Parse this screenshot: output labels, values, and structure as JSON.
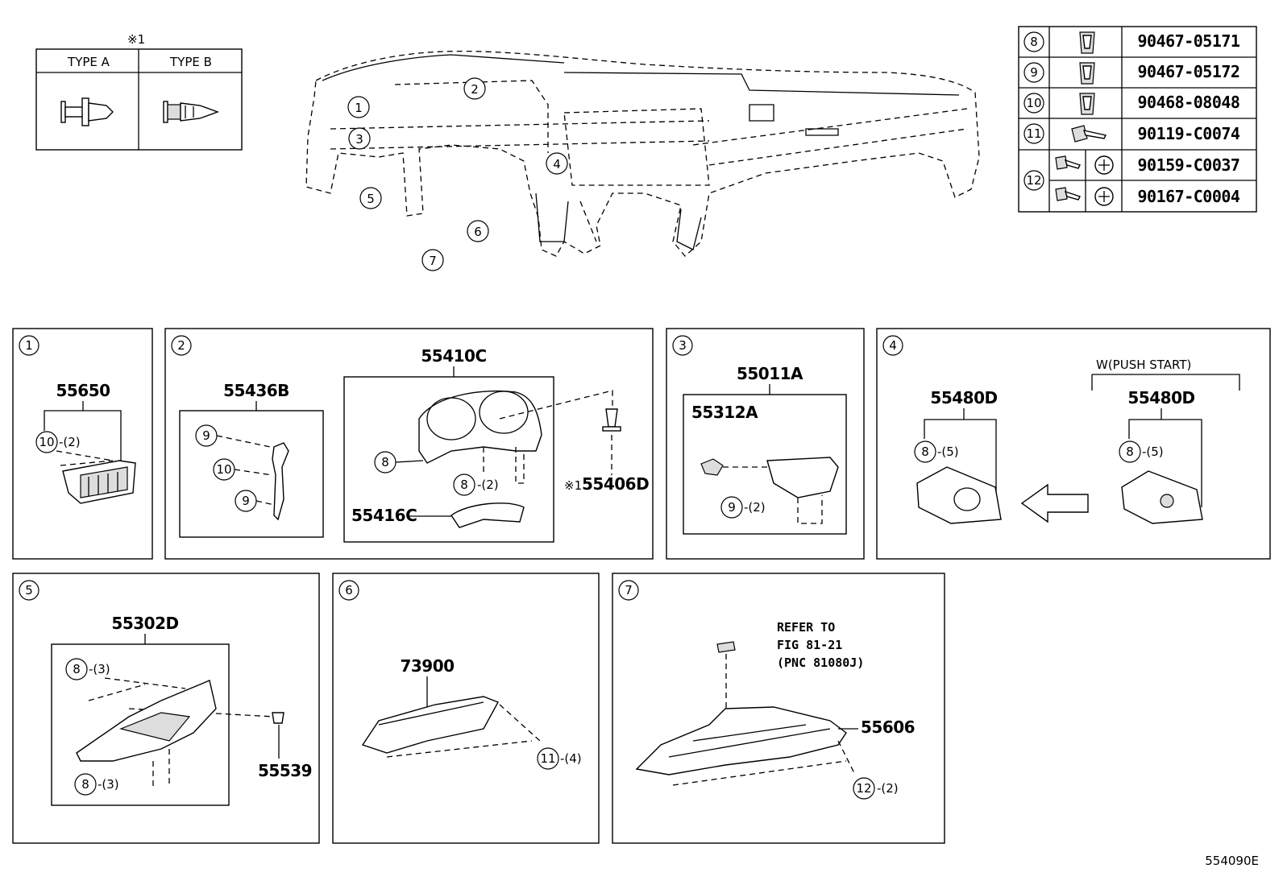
{
  "overview": {
    "note_mark": "※1",
    "clip_types": {
      "a": "TYPE A",
      "b": "TYPE B"
    },
    "callouts": [
      "1",
      "2",
      "3",
      "4",
      "5",
      "6",
      "7"
    ]
  },
  "fastener_table": {
    "rows": [
      {
        "ref": "8",
        "part": "90467-05171"
      },
      {
        "ref": "9",
        "part": "90467-05172"
      },
      {
        "ref": "10",
        "part": "90468-08048"
      },
      {
        "ref": "11",
        "part": "90119-C0074"
      },
      {
        "ref": "12",
        "part": "90159-C0037"
      },
      {
        "ref": "",
        "part": "90167-C0004"
      }
    ]
  },
  "panels": {
    "p1": {
      "num": "1",
      "part": "55650",
      "fast": "10",
      "qty": "-(2)"
    },
    "p2": {
      "num": "2",
      "part_b": "55436B",
      "c9a": "9",
      "c10": "10",
      "c9b": "9",
      "part_c": "55410C",
      "c8a": "8",
      "c8b": "8",
      "qty8b": "-(2)",
      "part_16c": "55416C",
      "note_mark": "※1",
      "part_06d": "55406D"
    },
    "p3": {
      "num": "3",
      "part": "55011A",
      "sub": "55312A",
      "fast": "9",
      "qty": "-(2)"
    },
    "p4": {
      "num": "4",
      "condition": "W(PUSH START)",
      "part_left": "55480D",
      "part_right": "55480D",
      "fast_l": "8",
      "qty_l": "-(5)",
      "fast_r": "8",
      "qty_r": "-(5)"
    },
    "p5": {
      "num": "5",
      "part": "55302D",
      "f1": "8",
      "q1": "-(3)",
      "f2": "8",
      "q2": "-(3)",
      "clip": "55539"
    },
    "p6": {
      "num": "6",
      "part": "73900",
      "fast": "11",
      "qty": "-(4)"
    },
    "p7": {
      "num": "7",
      "refer": [
        "REFER TO",
        "FIG 81-21",
        "(PNC 81080J)"
      ],
      "part": "55606",
      "fast": "12",
      "qty": "-(2)"
    }
  },
  "figure_id": "554090E"
}
